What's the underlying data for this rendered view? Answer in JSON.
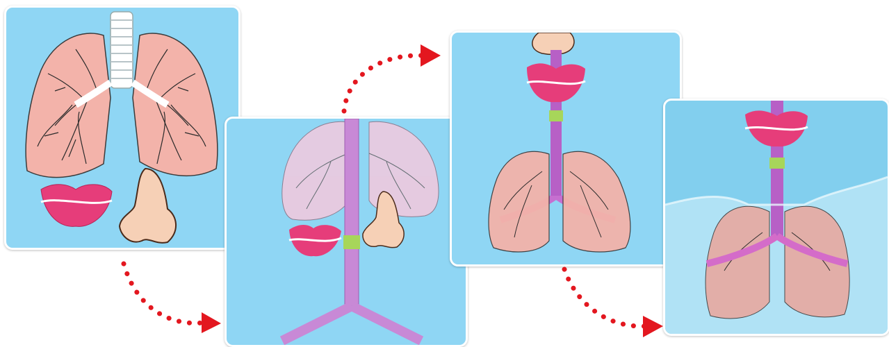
{
  "steps": [
    {
      "id": "step-1"
    },
    {
      "id": "step-2"
    },
    {
      "id": "step-3"
    },
    {
      "id": "step-4"
    }
  ],
  "colors": {
    "panel_bg": "#8fd6f4",
    "lung_fill": "#f3b3aa",
    "lung_fill_pale": "#f4c9dd",
    "bronchi_line": "#2b2b2b",
    "trachea": "#ffffff",
    "lips": "#e63d7a",
    "nose": "#f6d0b6",
    "straw": "#c889d6",
    "straw_band": "#a7d65a",
    "plastic_bag": "#bfe8f7",
    "arrow_dots": "#e3171f"
  },
  "icons": [
    "lungs-icon",
    "lips-icon",
    "nose-icon",
    "straw-icon",
    "arrow-icon"
  ]
}
